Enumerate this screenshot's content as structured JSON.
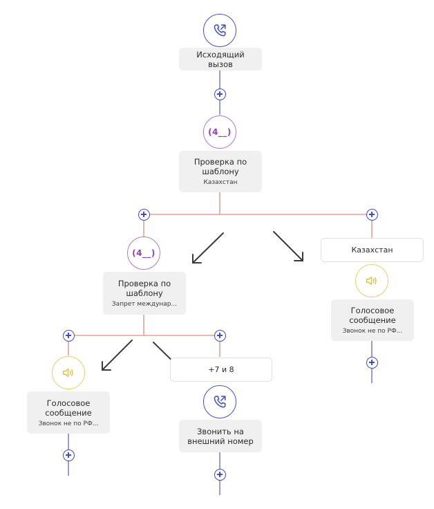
{
  "colors": {
    "connector_blue": "#7a86d6",
    "connector_red": "#e0a39a",
    "accent_blue": "#4452c8",
    "accent_purple": "#8d3fbd",
    "accent_yellow": "#e9cf6a",
    "node_background": "#f0f0f0"
  },
  "nodes": {
    "outgoing_call": {
      "icon": "phone-outgoing-icon",
      "title": "Исходящий вызов"
    },
    "template_check_1": {
      "icon_text": "(4__)",
      "title": "Проверка по шаблону",
      "subtitle": "Казахстан"
    },
    "template_check_2": {
      "icon_text": "(4__)",
      "title": "Проверка по шаблону",
      "subtitle": "Запрет междунар..."
    },
    "voice_message_1": {
      "icon": "speaker-icon",
      "title": "Голосовое сообщение",
      "subtitle": "Звонок не по РФ..."
    },
    "voice_message_2": {
      "icon": "speaker-icon",
      "title": "Голосовое сообщение",
      "subtitle": "Звонок не по РФ..."
    },
    "call_external": {
      "icon": "phone-outgoing-icon",
      "title": "Звонить на внешний номер"
    }
  },
  "conditions": {
    "kazakhstan": "Казахстан",
    "plus7_and_8": "+7 и 8"
  }
}
